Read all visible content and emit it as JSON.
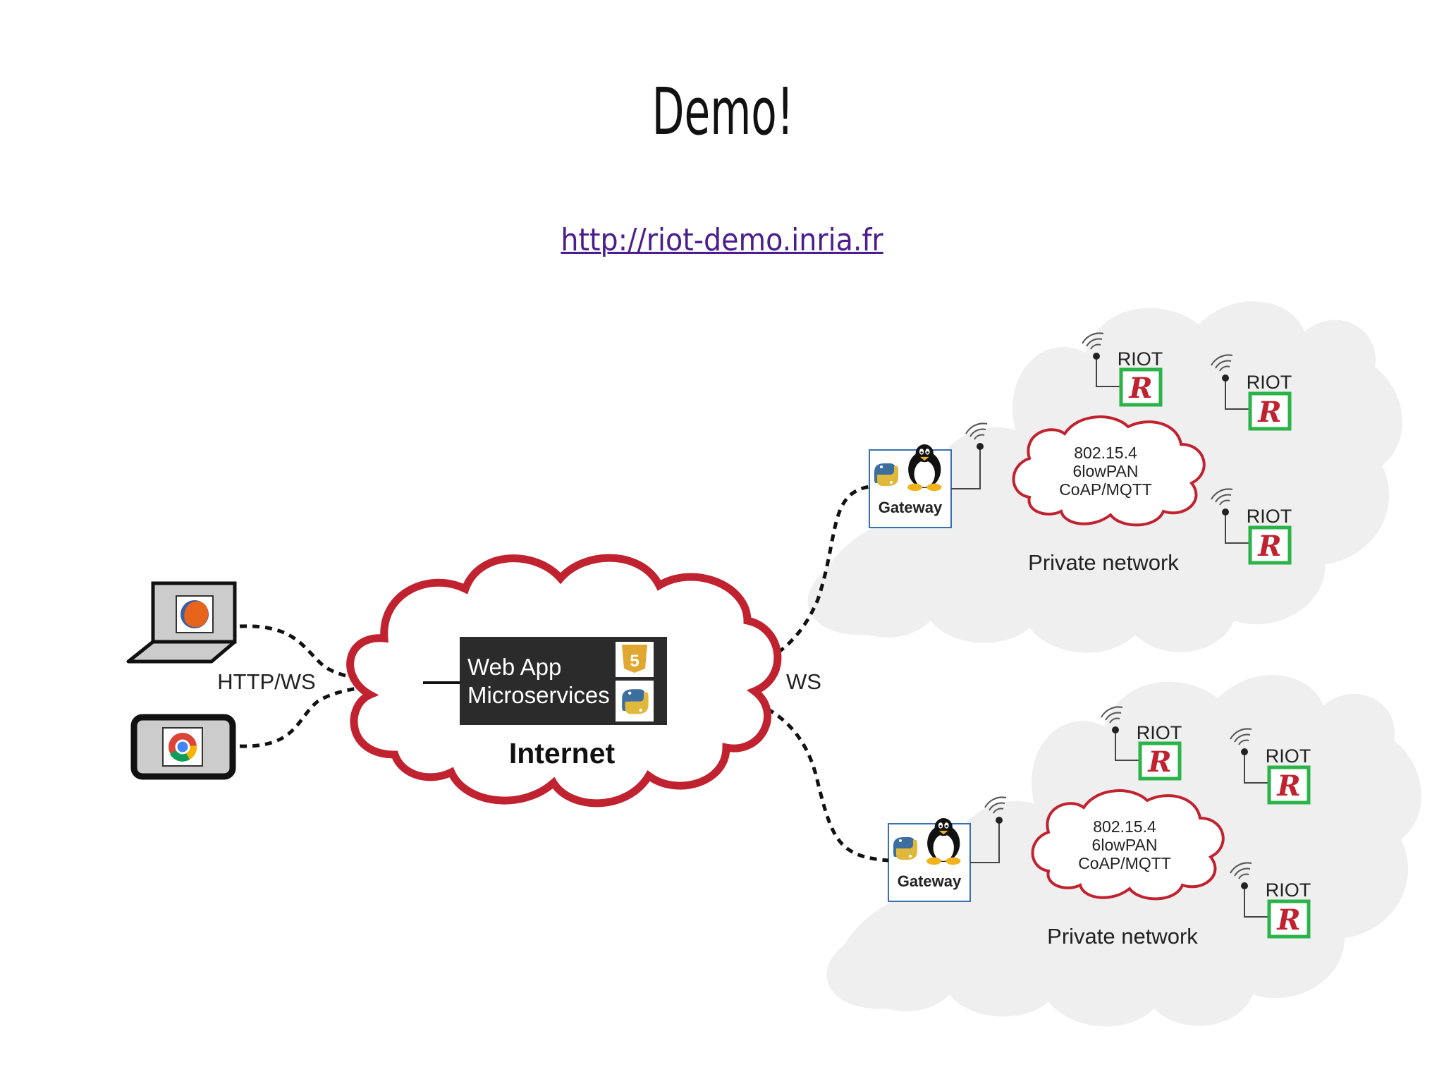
{
  "slide": {
    "title": "Demo!",
    "link": "http://riot-demo.inria.fr"
  },
  "diagram": {
    "clients": {
      "connection_label": "HTTP/WS",
      "browsers": [
        "firefox-icon",
        "chrome-icon"
      ]
    },
    "internet": {
      "label": "Internet",
      "webapp_line1": "Web App",
      "webapp_line2": "Microservices",
      "icons": [
        "html5-icon",
        "python-icon"
      ]
    },
    "ws_label": "WS",
    "networks": [
      {
        "gateway_label": "Gateway",
        "protocol_lines": [
          "802.15.4",
          "6lowPAN",
          "CoAP/MQTT"
        ],
        "network_label": "Private network",
        "nodes": [
          "RIOT",
          "RIOT",
          "RIOT"
        ]
      },
      {
        "gateway_label": "Gateway",
        "protocol_lines": [
          "802.15.4",
          "6lowPAN",
          "CoAP/MQTT"
        ],
        "network_label": "Private network",
        "nodes": [
          "RIOT",
          "RIOT",
          "RIOT"
        ]
      }
    ],
    "colors": {
      "internet_cloud": "#c0222f",
      "protocol_cloud": "#c0222f",
      "private_cloud": "#efefef",
      "riot_border": "#2bb34a",
      "riot_logo": "#c0222f",
      "gateway_border": "#3a6fb0",
      "link_text": "#4b1d8f"
    }
  }
}
